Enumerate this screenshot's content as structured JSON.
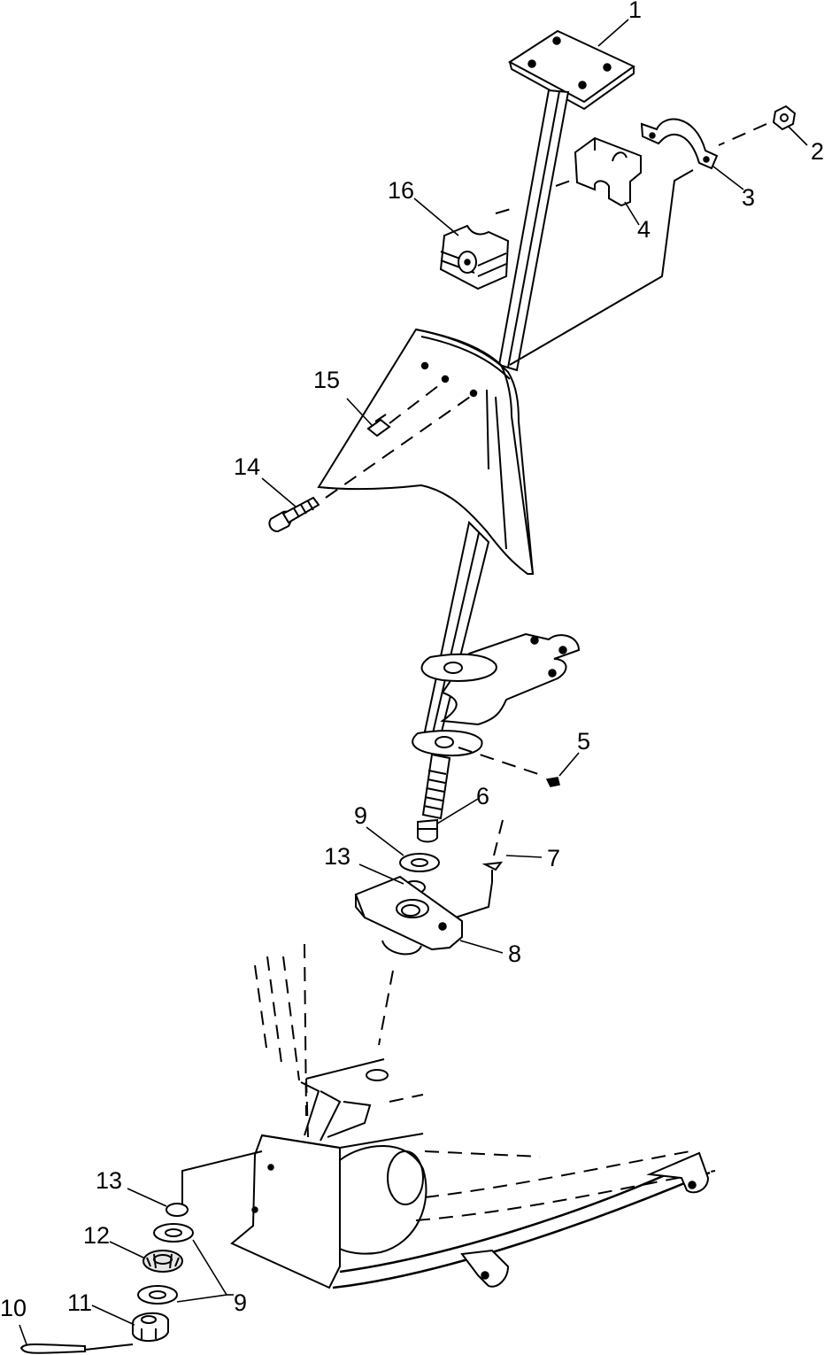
{
  "callouts": [
    {
      "id": "c1",
      "text": "1"
    },
    {
      "id": "c2",
      "text": "2"
    },
    {
      "id": "c3",
      "text": "3"
    },
    {
      "id": "c4",
      "text": "4"
    },
    {
      "id": "c5",
      "text": "5"
    },
    {
      "id": "c6",
      "text": "6"
    },
    {
      "id": "c7",
      "text": "7"
    },
    {
      "id": "c8",
      "text": "8"
    },
    {
      "id": "c9a",
      "text": "9"
    },
    {
      "id": "c9b",
      "text": "9"
    },
    {
      "id": "c10",
      "text": "10"
    },
    {
      "id": "c11",
      "text": "11"
    },
    {
      "id": "c12",
      "text": "12"
    },
    {
      "id": "c13a",
      "text": "13"
    },
    {
      "id": "c13b",
      "text": "13"
    },
    {
      "id": "c14",
      "text": "14"
    },
    {
      "id": "c15",
      "text": "15"
    },
    {
      "id": "c16",
      "text": "16"
    }
  ]
}
